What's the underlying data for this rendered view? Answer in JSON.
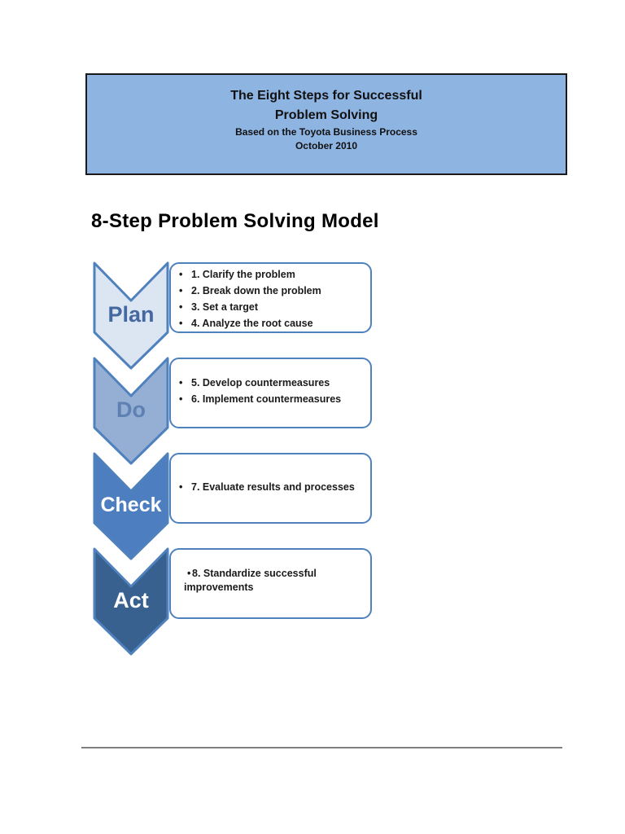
{
  "header_box": {
    "line1": "The Eight Steps for Successful",
    "line2": "Problem Solving",
    "line3": "Based on the Toyota Business Process",
    "line4": "October 2010",
    "background_color": "#8eb4e2",
    "border_color": "#1a1a1a"
  },
  "section_title": "8-Step Problem Solving Model",
  "diagram": {
    "box_border_color": "#4f81bd",
    "stages": [
      {
        "label": "Plan",
        "fill": "#dce6f2",
        "stroke": "#4f81bd",
        "label_color": "#44689f",
        "items": [
          "1. Clarify the problem",
          "2. Break down the problem",
          "3. Set a target",
          "4. Analyze the root cause"
        ]
      },
      {
        "label": "Do",
        "fill": "#95aed3",
        "stroke": "#4f81bd",
        "label_color": "#5f80b2",
        "items": [
          "5. Develop countermeasures",
          "6. Implement countermeasures"
        ]
      },
      {
        "label": "Check",
        "fill": "#4d7ec0",
        "stroke": "#4f81bd",
        "label_color": "#ffffff",
        "items": [
          "7. Evaluate results and processes"
        ]
      },
      {
        "label": "Act",
        "fill": "#38618f",
        "stroke": "#4f81bd",
        "label_color": "#ffffff",
        "items": [
          "8. Standardize successful improvements"
        ]
      }
    ]
  },
  "footer_rule_color": "#808080"
}
